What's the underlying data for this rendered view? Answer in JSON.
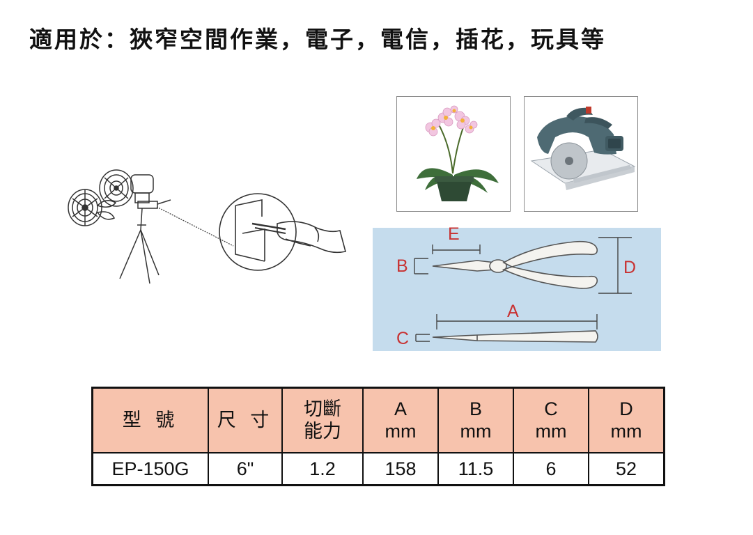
{
  "page": {
    "title": "適用於：狹窄空間作業，電子，電信，插花，玩具等"
  },
  "diagram": {
    "labels": {
      "a": "A",
      "b": "B",
      "c": "C",
      "d": "D",
      "e": "E"
    },
    "colors": {
      "background": "#c5dced",
      "label": "#c83232",
      "tool_fill": "#f4f3ef",
      "tool_outline": "#555555"
    }
  },
  "table": {
    "headers": [
      {
        "line1": "型 號",
        "line2": ""
      },
      {
        "line1": "尺 寸",
        "line2": ""
      },
      {
        "line1": "切斷",
        "line2": "能力"
      },
      {
        "line1": "A",
        "line2": "mm"
      },
      {
        "line1": "B",
        "line2": "mm"
      },
      {
        "line1": "C",
        "line2": "mm"
      },
      {
        "line1": "D",
        "line2": "mm"
      }
    ],
    "rows": [
      [
        "EP-150G",
        "6\"",
        "1.2",
        "158",
        "11.5",
        "6",
        "52"
      ]
    ],
    "colors": {
      "header_bg": "#f7c3ad",
      "border": "#111111"
    }
  }
}
